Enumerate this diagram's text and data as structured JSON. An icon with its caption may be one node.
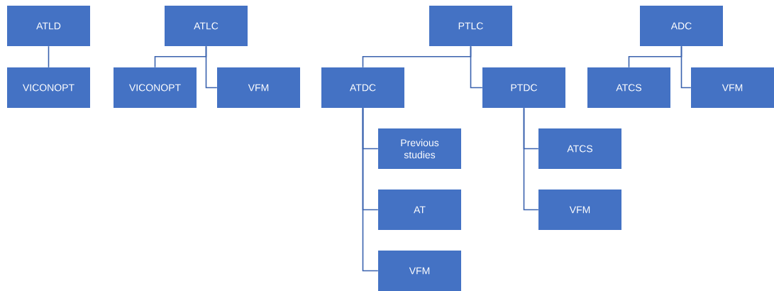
{
  "diagram": {
    "nodes": [
      {
        "text": [
          "ATLD"
        ]
      },
      {
        "text": [
          "VICONOPT"
        ]
      },
      {
        "text": [
          "ATLC"
        ]
      },
      {
        "text": [
          "VICONOPT"
        ]
      },
      {
        "text": [
          "VFM"
        ]
      },
      {
        "text": [
          "PTLC"
        ]
      },
      {
        "text": [
          "ATDC"
        ]
      },
      {
        "text": [
          "PTDC"
        ]
      },
      {
        "text": [
          "ADC"
        ]
      },
      {
        "text": [
          "ATCS"
        ]
      },
      {
        "text": [
          "VFM"
        ]
      },
      {
        "text": [
          "Previous studies"
        ]
      },
      {
        "text": [
          "AT"
        ]
      },
      {
        "text": [
          "VFM"
        ]
      },
      {
        "text": [
          "ATCS"
        ]
      },
      {
        "text": [
          "VFM"
        ]
      }
    ],
    "edges": [
      {
        "from": 0,
        "to": 1,
        "arrow": "none"
      },
      {
        "from": 2,
        "to": 3,
        "arrow": "none"
      },
      {
        "from": 2,
        "to": 4,
        "arrow": "none"
      },
      {
        "from": 5,
        "to": 6,
        "arrow": "none"
      },
      {
        "from": 5,
        "to": 7,
        "arrow": "none"
      },
      {
        "from": 8,
        "to": 9,
        "arrow": "none"
      },
      {
        "from": 8,
        "to": 10,
        "arrow": "none"
      },
      {
        "from": 6,
        "to": 11,
        "arrow": "none"
      },
      {
        "from": 6,
        "to": 12,
        "arrow": "none"
      },
      {
        "from": 6,
        "to": 13,
        "arrow": "none"
      },
      {
        "from": 7,
        "to": 14,
        "arrow": "none"
      },
      {
        "from": 7,
        "to": 15,
        "arrow": "none"
      }
    ]
  }
}
